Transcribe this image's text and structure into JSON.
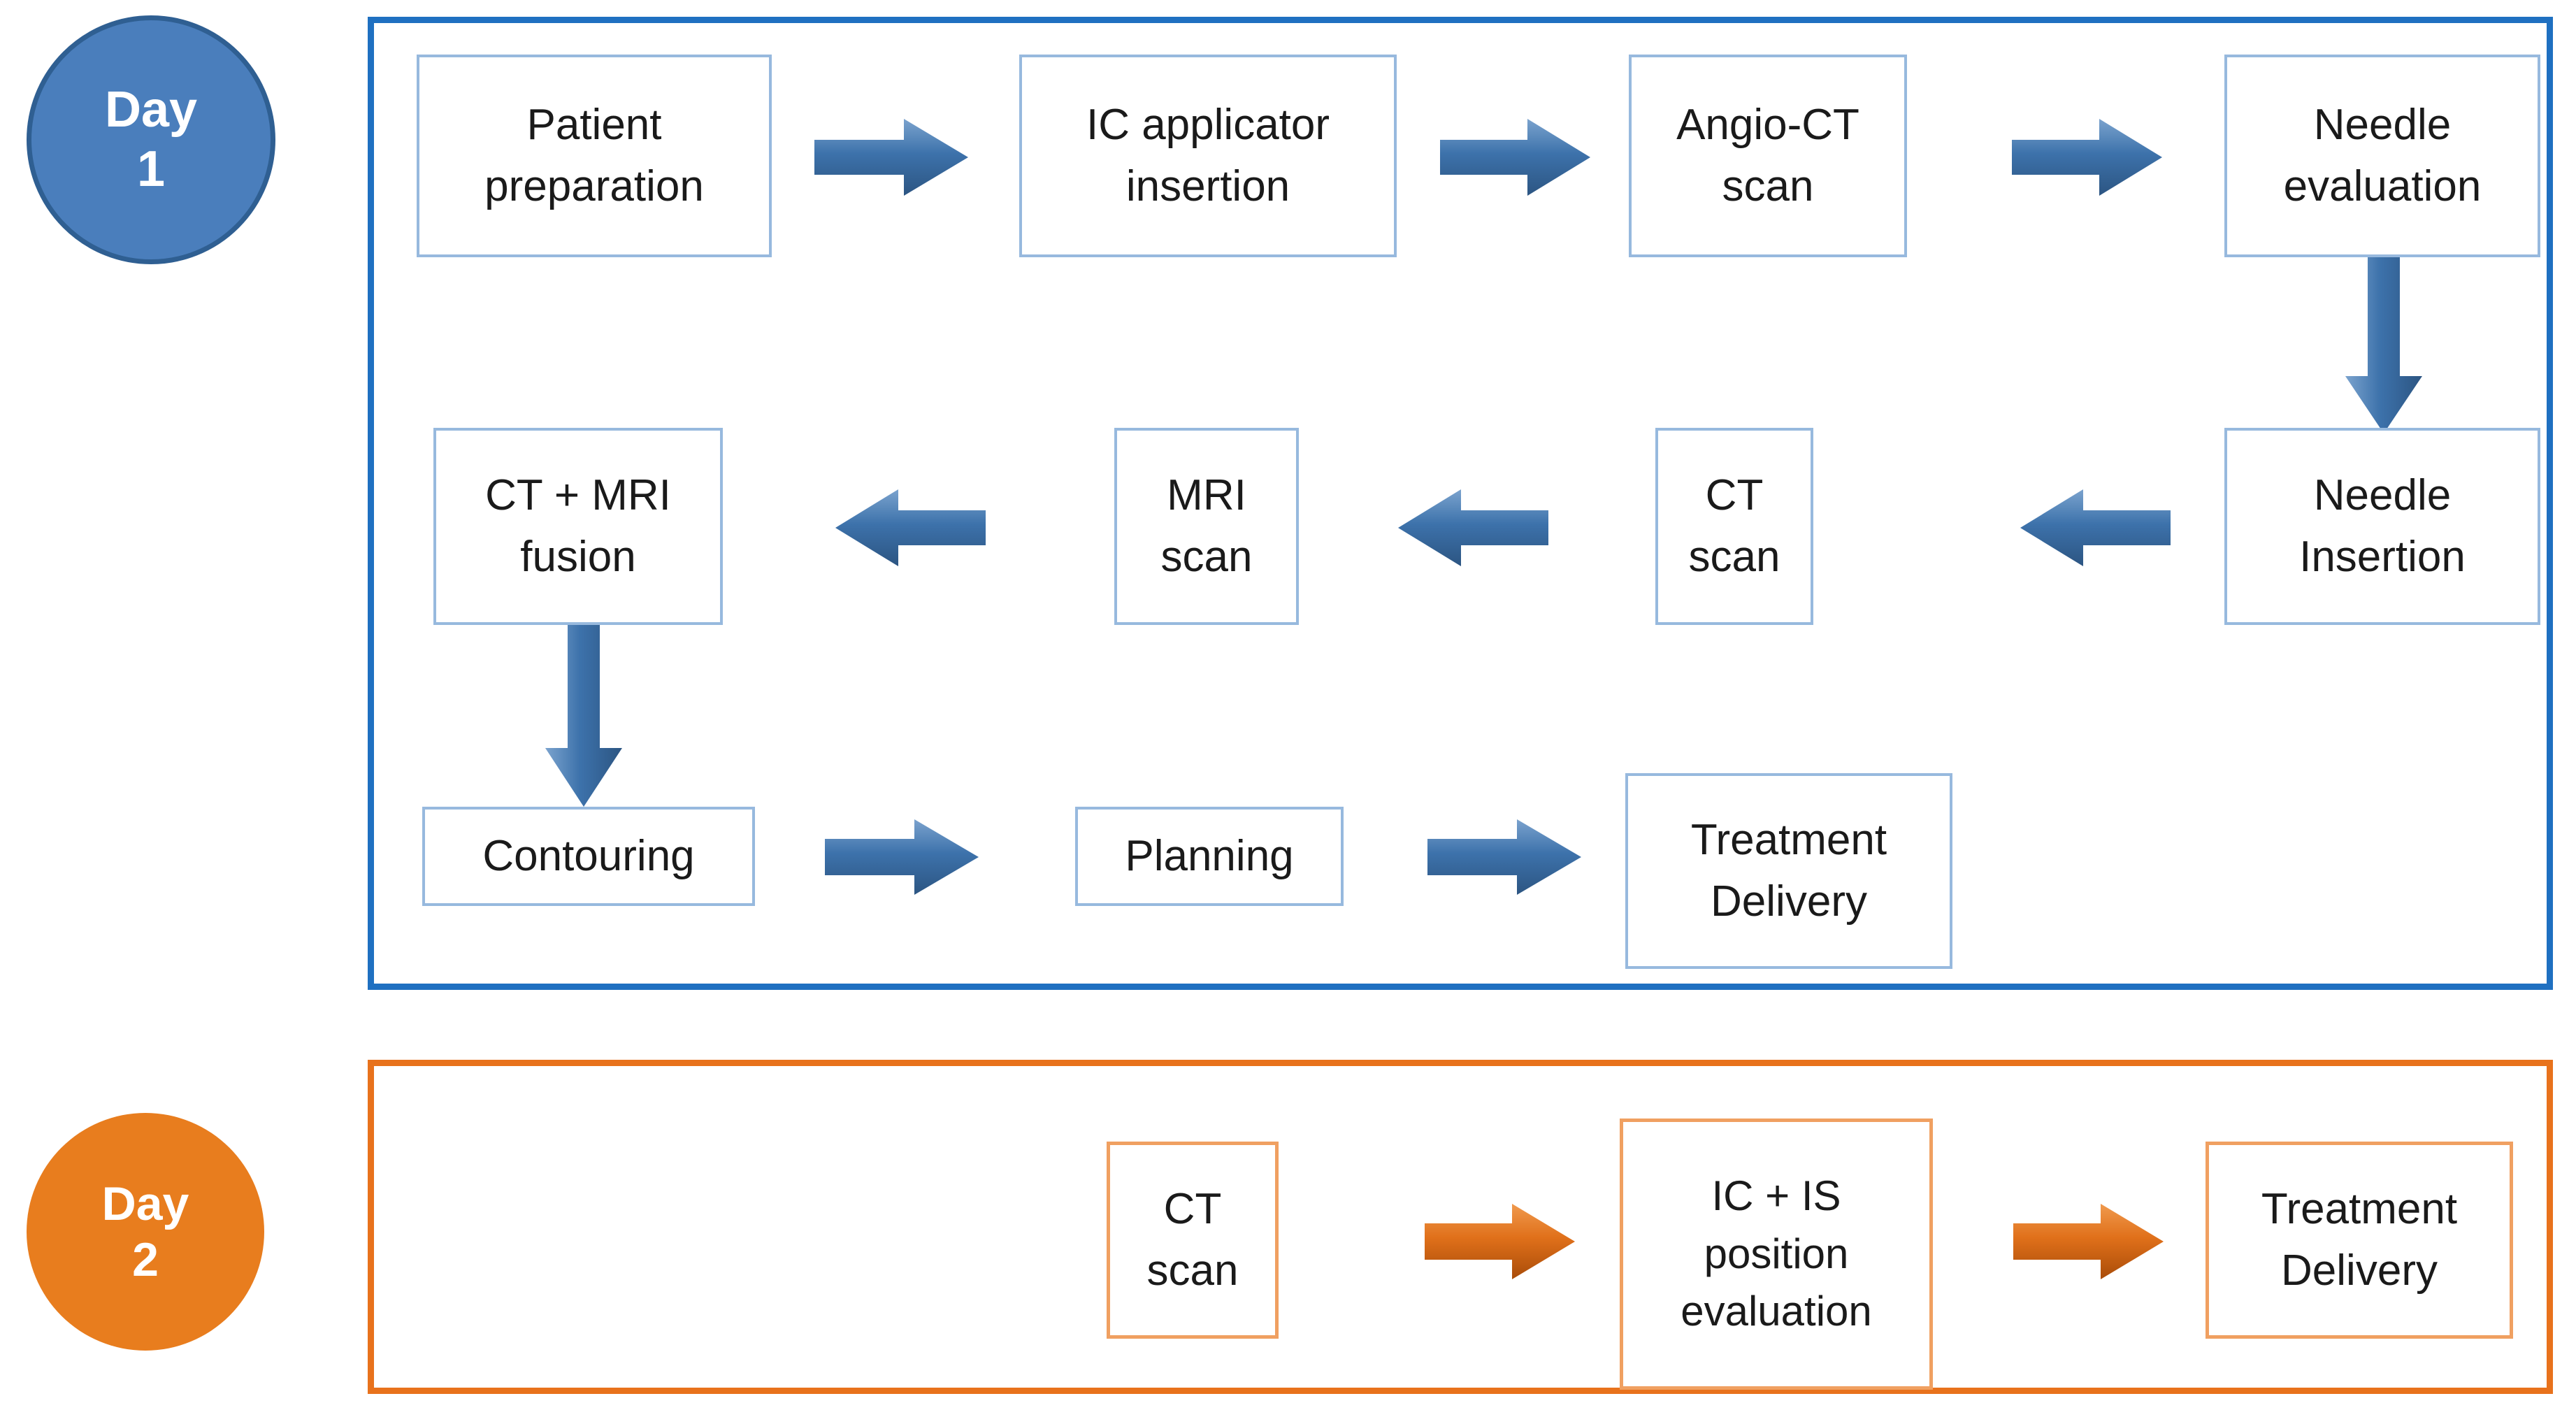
{
  "colors": {
    "day1_accent": "#1f70c1",
    "day1_badge_fill": "#4a7ebc",
    "day1_badge_stroke": "#2f5f92",
    "day1_box_border": "#97b9de",
    "day1_arrow": "#3d72ab",
    "day2_accent": "#e8721c",
    "day2_badge_fill": "#e87d1e",
    "day2_box_border": "#f0a061",
    "day2_arrow": "#e0701a",
    "text": "#1a1a1a",
    "background": "#ffffff"
  },
  "day1": {
    "badge": {
      "line1": "Day",
      "line2": "1"
    },
    "nodes": {
      "patient_preparation": {
        "line1": "Patient",
        "line2": "preparation"
      },
      "ic_applicator_insertion": {
        "line1": "IC applicator",
        "line2": "insertion"
      },
      "angio_ct_scan": {
        "line1": "Angio-CT",
        "line2": "scan"
      },
      "needle_evaluation": {
        "line1": "Needle",
        "line2": "evaluation"
      },
      "needle_insertion": {
        "line1": "Needle",
        "line2": "Insertion"
      },
      "ct_scan": {
        "line1": "CT",
        "line2": "scan"
      },
      "mri_scan": {
        "line1": "MRI",
        "line2": "scan"
      },
      "ct_mri_fusion": {
        "line1": "CT + MRI",
        "line2": "fusion"
      },
      "contouring": {
        "line1": "Contouring",
        "line2": ""
      },
      "planning": {
        "line1": "Planning",
        "line2": ""
      },
      "treatment_delivery": {
        "line1": "Treatment",
        "line2": "Delivery"
      }
    }
  },
  "day2": {
    "badge": {
      "line1": "Day",
      "line2": "2"
    },
    "nodes": {
      "ct_scan": {
        "line1": "CT",
        "line2": "scan"
      },
      "ic_is_position_evaluation": {
        "line1": "IC + IS",
        "line2": "position",
        "line3": "evaluation"
      },
      "treatment_delivery": {
        "line1": "Treatment",
        "line2": "Delivery"
      }
    }
  },
  "flow": {
    "day1_sequence": [
      "Patient preparation",
      "IC applicator insertion",
      "Angio-CT scan",
      "Needle evaluation",
      "Needle Insertion",
      "CT scan",
      "MRI scan",
      "CT + MRI fusion",
      "Contouring",
      "Planning",
      "Treatment Delivery"
    ],
    "day2_sequence": [
      "CT scan",
      "IC + IS position evaluation",
      "Treatment Delivery"
    ]
  }
}
